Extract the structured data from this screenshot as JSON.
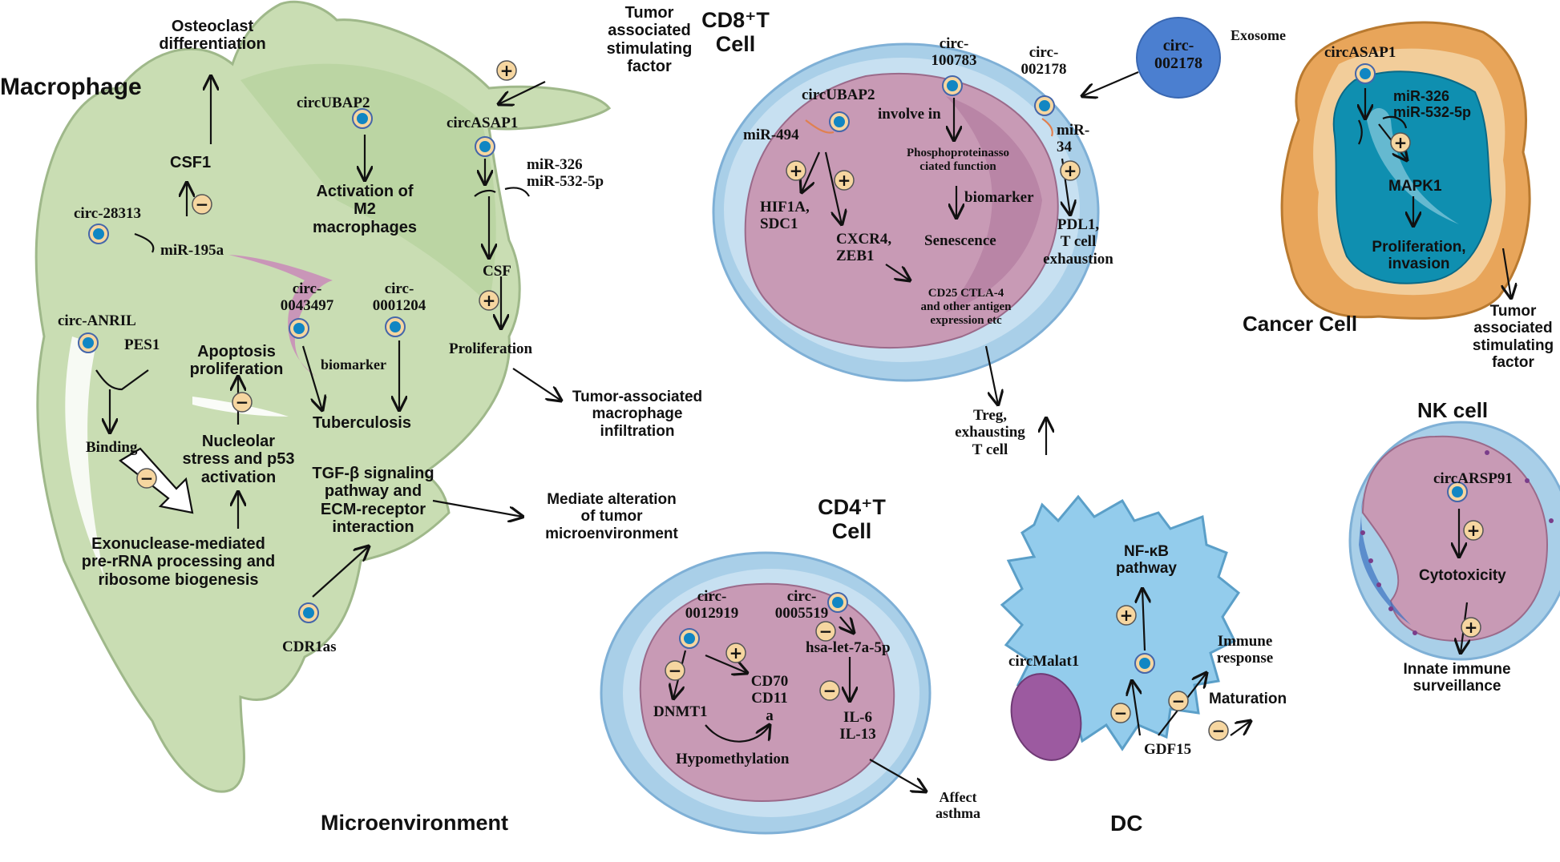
{
  "macrophage": {
    "title": "Macrophage",
    "osteoclast": "Osteoclast\ndifferentiation",
    "csf1": "CSF1",
    "circ_28313": "circ-28313",
    "mir_195a": "miR-195a",
    "circ_ubap2": "circUBAP2",
    "m2": "Activation of\nM2\nmacrophages",
    "circ_asap1": "circASAP1",
    "mir_326": "miR-326\nmiR-532-5p",
    "csf": "CSF",
    "proliferation": "Proliferation",
    "tam_infiltration": "Tumor-associated\nmacrophage\ninfiltration",
    "tas_factor": "Tumor\nassociated\nstimulating\nfactor",
    "circ_0043497": "circ-\n0043497",
    "circ_0001204": "circ-\n0001204",
    "biomarker": "biomarker",
    "tuberculosis": "Tuberculosis",
    "circ_anril": "circ-ANRIL",
    "pes1": "PES1",
    "binding": "Binding",
    "apoptosis": "Apoptosis\nproliferation",
    "nucleolar": "Nucleolar\nstress and p53\nactivation",
    "exonuclease": "Exonuclease-mediated\npre-rRNA processing and\nribosome biogenesis",
    "tgf": "TGF-β signaling\npathway and\nECM-receptor\ninteraction",
    "mediate": "Mediate alteration\nof tumor\nmicroenvironment",
    "cdr1as": "CDR1as",
    "microenvironment": "Microenvironment"
  },
  "cd8": {
    "title": "CD8⁺T\nCell",
    "circ_100783": "circ-\n100783",
    "circ_002178": "circ-\n002178",
    "circ_ubap2": "circUBAP2",
    "mir_494": "miR-494",
    "involve": "involve in",
    "phospho": "Phosphoproteinasso\nciated function",
    "mir_34": "miR-\n34",
    "hif1a": "HIF1A,\nSDC1",
    "cxcr4": "CXCR4,\nZEB1",
    "biomarker": "biomarker",
    "senescence": "Senescence",
    "pdl1": "PDL1,\nT cell\nexhaustion",
    "cd25": "CD25 CTLA-4\nand other antigen\nexpression etc",
    "treg": "Treg,\nexhausting\nT cell"
  },
  "exosome": {
    "circ": "circ-\n002178",
    "label": "Exosome"
  },
  "cancer": {
    "circ_asap1": "circASAP1",
    "mir": "miR-326\nmiR-532-5p",
    "mapk1": "MAPK1",
    "prolif": "Proliferation,\ninvasion",
    "title": "Cancer Cell",
    "tas_factor": "Tumor\nassociated\nstimulating\nfactor"
  },
  "nk": {
    "title": "NK cell",
    "circ": "circARSP91",
    "cytotox": "Cytotoxicity",
    "innate": "Innate immune\nsurveillance"
  },
  "cd4": {
    "title": "CD4⁺T\nCell",
    "circ_0012919": "circ-\n0012919",
    "circ_0005519": "circ-\n0005519",
    "let7": "hsa-let-7a-5p",
    "cd70": "CD70\nCD11\na",
    "dnmt1": "DNMT1",
    "il": "IL-6\nIL-13",
    "hypo": "Hypomethylation",
    "asthma": "Affect\nasthma"
  },
  "dc": {
    "title": "DC",
    "nfkb": "NF-κB\npathway",
    "immune": "Immune\nresponse",
    "circmalat1": "circMalat1",
    "maturation": "Maturation",
    "gdf15": "GDF15"
  },
  "signs": {
    "plus": "+",
    "minus": "−"
  },
  "colors": {
    "macrophage_fill": "#c9ddb3",
    "macrophage_dark": "#a9c78f",
    "nucleus": "#c89ab5",
    "nucleus_dark": "#a7708f",
    "membrane": "#a9cfe8",
    "dc_fill": "#93ccec",
    "cancer_outer": "#e8a55a",
    "cancer_inner": "#0f8fb0",
    "exosome": "#4b7fd0",
    "marker_fill": "#f6d6a0",
    "circ_blue": "#1186c3"
  }
}
